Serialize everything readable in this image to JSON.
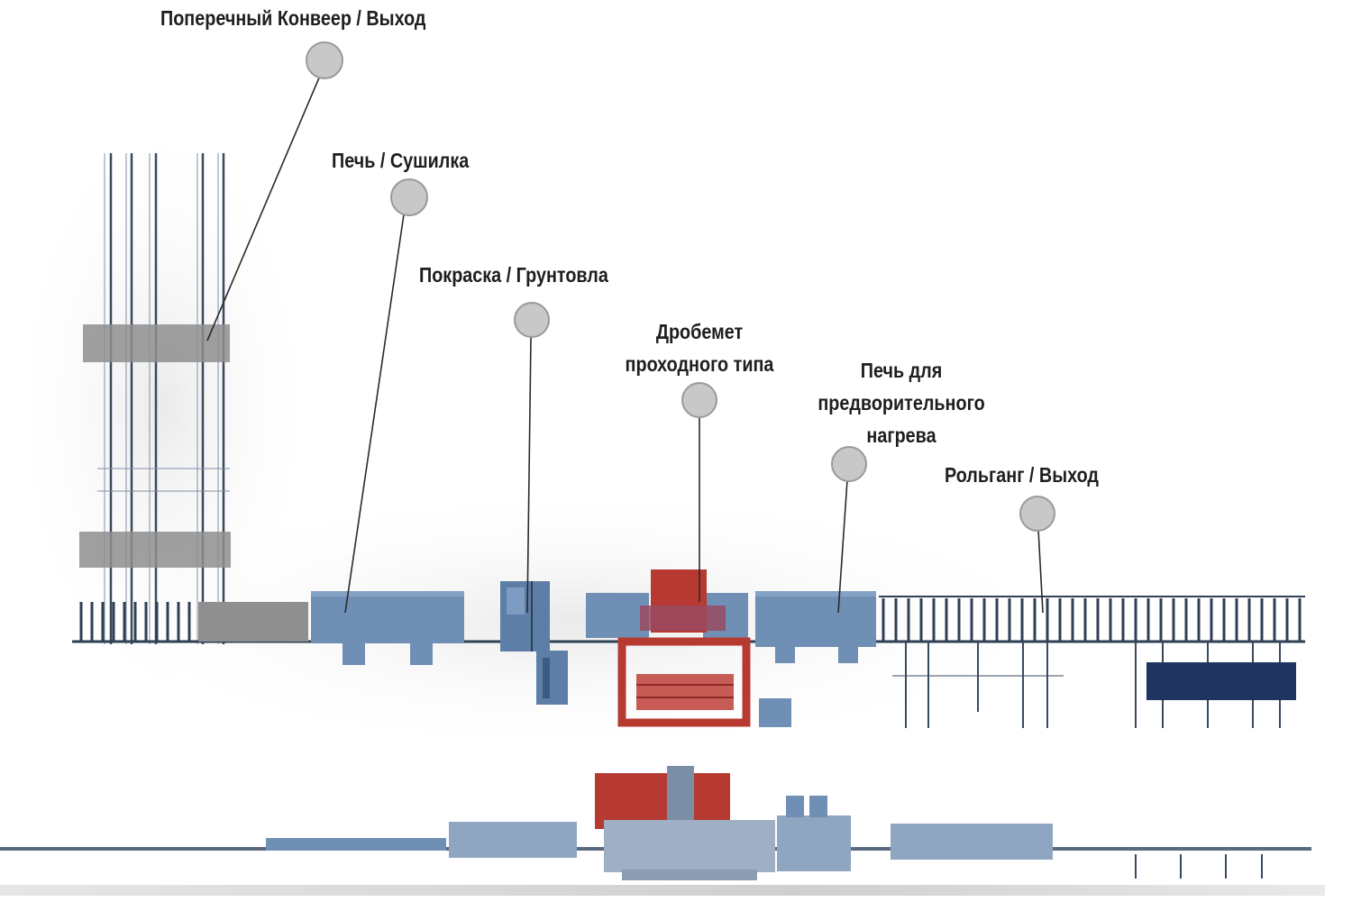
{
  "labels": {
    "cross_conveyor": "Поперечный Конвеер / Выход",
    "oven_dryer": "Печь / Сушилка",
    "painting_priming": "Покраска / Грунтовла",
    "shot_blaster": [
      "Дробемет",
      "проходного типа"
    ],
    "preheat_furnace": [
      "Печь для",
      "предворительного",
      "нагрева"
    ],
    "roller_conveyor": "Рольганг / Выход"
  },
  "colors": {
    "label_text": "#1e1e1e",
    "marker_fill": "#c8c8c8",
    "marker_stroke": "#9a9a9a",
    "leader_line": "#2a2a2a",
    "machine_blue": "#6f8fb5",
    "machine_dark_blue": "#5d7ea6",
    "machine_red": "#b73a32",
    "machine_gray": "#8f8f8f",
    "storage_navy": "#1f3560",
    "rail": "#2f3f55"
  }
}
